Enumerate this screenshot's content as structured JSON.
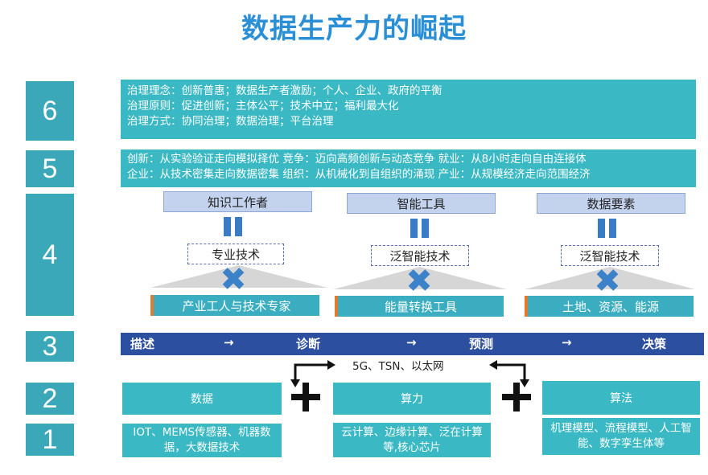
{
  "title": "数据生产力的崛起",
  "levels": [
    "6",
    "5",
    "4",
    "3",
    "2",
    "1"
  ],
  "level6": {
    "lines": [
      "治理理念：创新普惠；数据生产者激励；个人、企业、政府的平衡",
      "治理原则：促进创新；主体公平；技术中立；福利最大化",
      "治理方式：协同治理；数据治理；平台治理"
    ]
  },
  "level5": {
    "lines": [
      "创新：从实验验证走向模拟择优  竞争：迈向高频创新与动态竞争   就业：从8小时走向自由连接体",
      "企业：从技术密集走向数据密集  组织：从机械化到自组织的涌现   产业：从规模经济走向范围经济"
    ]
  },
  "level4": {
    "columns": [
      {
        "top": "知识工作者",
        "mid": "专业技术",
        "bottom": "产业工人与技术专家"
      },
      {
        "top": "智能工具",
        "mid": "泛智能技术",
        "bottom": "能量转换工具"
      },
      {
        "top": "数据要素",
        "mid": "泛智能技术",
        "bottom": "土地、资源、能源"
      }
    ]
  },
  "level3": {
    "steps": [
      "描述",
      "→",
      "诊断",
      "→",
      "预测",
      "→",
      "决策"
    ],
    "network": "5G、TSN、以太网"
  },
  "level2": {
    "boxes": [
      "数据",
      "算力",
      "算法"
    ]
  },
  "level1": {
    "boxes": [
      "IOT、MEMS传感器、机器数据，大数据技术",
      "云计算、边缘计算、泛在计算等,核心芯片",
      "机理模型、流程模型、人工智能、数字孪生体等"
    ]
  },
  "colors": {
    "title": "#2a8fd6",
    "teal": "#3ab8c4",
    "navy": "#2d4fa0",
    "lavender": "#c3d3ee"
  }
}
